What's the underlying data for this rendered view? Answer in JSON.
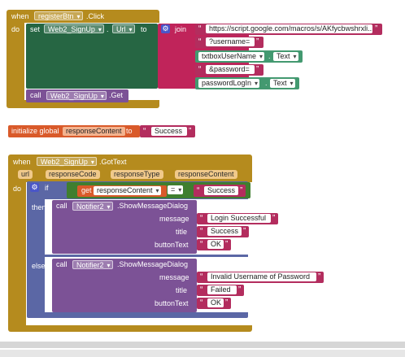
{
  "block1": {
    "when": "when",
    "component": "registerBtn",
    "event": ".Click",
    "do": "do",
    "set": "set",
    "target": "Web2_SignUp",
    "dot": ".",
    "prop": "Url",
    "to": "to",
    "join": "join",
    "str_url": "https://script.google.com/macros/s/AKfycbwshrxli...",
    "str_username": "?username=",
    "txtbox": "txtboxUserName",
    "text_prop": "Text",
    "str_password": "&password=",
    "pwdbox": "passwordLogIn",
    "call": "call",
    "get_method": ".Get"
  },
  "block2": {
    "initialize": "initialize global",
    "var": "responseContent",
    "to": "to",
    "value": "Success"
  },
  "block3": {
    "when": "when",
    "component": "Web2_SignUp",
    "event": ".GotText",
    "params": [
      "url",
      "responseCode",
      "responseType",
      "responseContent"
    ],
    "do": "do",
    "if": "if",
    "get": "get",
    "get_var": "responseContent",
    "eq": "=",
    "compare_value": "Success",
    "then": "then",
    "else": "else",
    "call": "call",
    "notifier": "Notifier2",
    "method": ".ShowMessageDialog",
    "message_lbl": "message",
    "title_lbl": "title",
    "button_lbl": "buttonText",
    "then_message": "Login Successful",
    "then_title": "Success",
    "then_button": "OK",
    "else_message": "Invalid Username of Password",
    "else_title": "Failed",
    "else_button": "OK"
  },
  "colors": {
    "event": "#b58b1e",
    "setter": "#266643",
    "text": "#b32d5e",
    "component": "#439970",
    "procedure": "#7c5296",
    "logic": "#3f7e2f",
    "global": "#d95a2a",
    "control": "#5b67a5"
  }
}
